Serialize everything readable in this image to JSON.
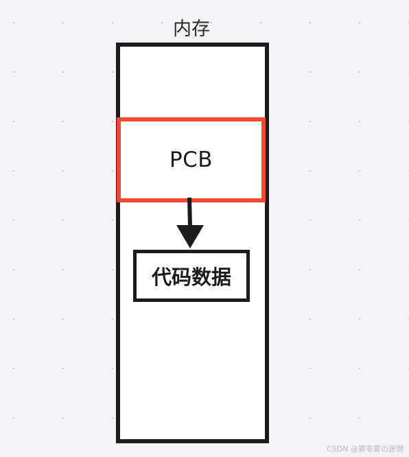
{
  "diagram": {
    "memory_label": "内存",
    "pcb_label": "PCB",
    "data_label": "代码数据"
  },
  "colors": {
    "background": "#f3f3f5",
    "outline": "#1c1c1c",
    "pcb_outline": "#f04a35"
  },
  "watermark": "CSDN @雾非雾の迷惘"
}
